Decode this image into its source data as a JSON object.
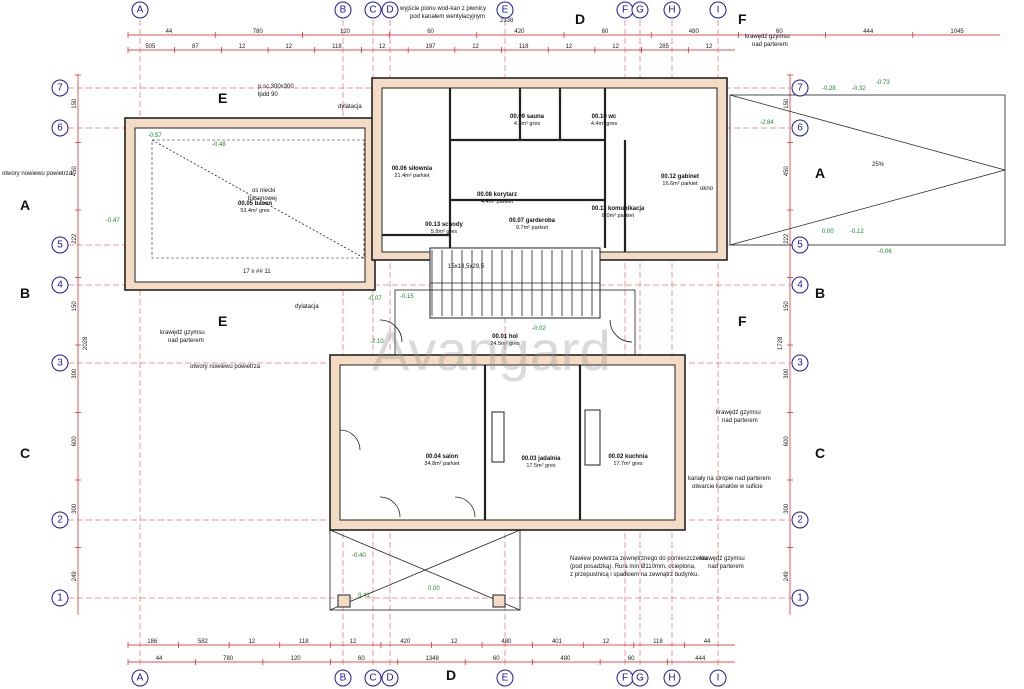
{
  "axes_vertical": [
    "A",
    "B",
    "C",
    "D",
    "E",
    "F",
    "G",
    "H",
    "I"
  ],
  "axes_horizontal": [
    "7",
    "6",
    "5",
    "4",
    "3",
    "2",
    "1"
  ],
  "top_dims_row1": [
    "44",
    "780",
    "120",
    "60",
    "420",
    "60",
    "480",
    "60",
    "444",
    "1045"
  ],
  "top_dims_row2": [
    "505",
    "87",
    "12",
    "12",
    "118",
    "12",
    "197",
    "12",
    "118",
    "12",
    "12",
    "285",
    "12"
  ],
  "bottom_dims_row1": [
    "186",
    "582",
    "12",
    "118",
    "12",
    "420",
    "12",
    "480",
    "401",
    "12",
    "118",
    "44"
  ],
  "bottom_dims_row2": [
    "44",
    "780",
    "120",
    "60",
    "1348",
    "60",
    "480",
    "60",
    "444"
  ],
  "left_dims": [
    "150",
    "450",
    "222",
    "150",
    "300",
    "600",
    "300",
    "249"
  ],
  "right_dims": [
    "150",
    "450",
    "222",
    "150",
    "300",
    "600",
    "300",
    "249"
  ],
  "total_dim_left": "2028",
  "total_dim_right": "1728",
  "total_dim_top": "2338",
  "rooms": [
    {
      "id": "00.05",
      "name": "basen",
      "area": "53.4m²",
      "finish": "gres"
    },
    {
      "id": "00.06",
      "name": "siłownia",
      "area": "21.4m²",
      "finish": "parkiet"
    },
    {
      "id": "00.09",
      "name": "sauna",
      "area": "4.3m²",
      "finish": "gres"
    },
    {
      "id": "00.10",
      "name": "wc",
      "area": "4.4m²",
      "finish": "gres"
    },
    {
      "id": "00.08",
      "name": "korytarz",
      "area": "4.4m²",
      "finish": "parkiet"
    },
    {
      "id": "00.07",
      "name": "garderoba",
      "area": "9.7m²",
      "finish": "parkiet"
    },
    {
      "id": "00.11",
      "name": "komunikacja",
      "area": "8.0m²",
      "finish": "parkiet"
    },
    {
      "id": "00.12",
      "name": "gabinet",
      "area": "16.6m²",
      "finish": "parkiet"
    },
    {
      "id": "00.13",
      "name": "schody",
      "area": "5.9m²",
      "finish": "gres"
    },
    {
      "id": "00.01",
      "name": "hol",
      "area": "24.5m²",
      "finish": "gres"
    },
    {
      "id": "00.04",
      "name": "salon",
      "area": "34.8m²",
      "finish": "parkiet"
    },
    {
      "id": "00.03",
      "name": "jadalnia",
      "area": "17.5m²",
      "finish": "gres"
    },
    {
      "id": "00.02",
      "name": "kuchnia",
      "area": "17.7m²",
      "finish": "gres"
    }
  ],
  "notes": {
    "vent_top_1": "wyjście pionu wod-kan z piwnicy",
    "vent_top_2": "pod kanałem wentylacyjnym",
    "air_inlet_left": "otwory nowiewu powietrza",
    "air_inlet_bottom": "otwory nowiewu powietrza",
    "gypsum_edge": "krawędź gzymsu",
    "over_ground": "nad parterem",
    "dylatacja": "dylatacja",
    "pool_niches_1": "os niecki",
    "pool_niches_2": "basenowej",
    "channels_1": "kanały na stropie nad parterem",
    "channels_2": "otwarcie kanałów w suficie",
    "fresh_air_1": "Nawiew powietrza zewnętrznego do pomieszczenia",
    "fresh_air_2": "(pod posadzką). Rura min.Ø110mm, ocieplona,",
    "fresh_air_3": "z przepustnicą i spadkiem na zewnątrz budynku.",
    "window_ps": "p.sc.300x300",
    "window_pd": "łpdd 90",
    "stairs_1": "17 x ## 11",
    "stairs_2": "15x18,5x29,5",
    "ramp_slope": "25%",
    "window_label": "okno"
  },
  "levels": [
    "-0.57",
    "-0.48",
    "-0.47",
    "-2.84",
    "-0.28",
    "-0.32",
    "-0.73",
    "0.00",
    "-0.12",
    "-0.06",
    "-0.15",
    "-0.02",
    "-0.07",
    "-2.10",
    "-0.40",
    "0.00",
    "0.41"
  ],
  "section_markers": [
    "A",
    "B",
    "C",
    "D",
    "E",
    "F"
  ],
  "watermark": "Avangard",
  "colors": {
    "axis": "#1a1aa0",
    "dimension": "#d81818",
    "wall_fill": "#f3dcc3",
    "green_level": "#138a2a"
  }
}
